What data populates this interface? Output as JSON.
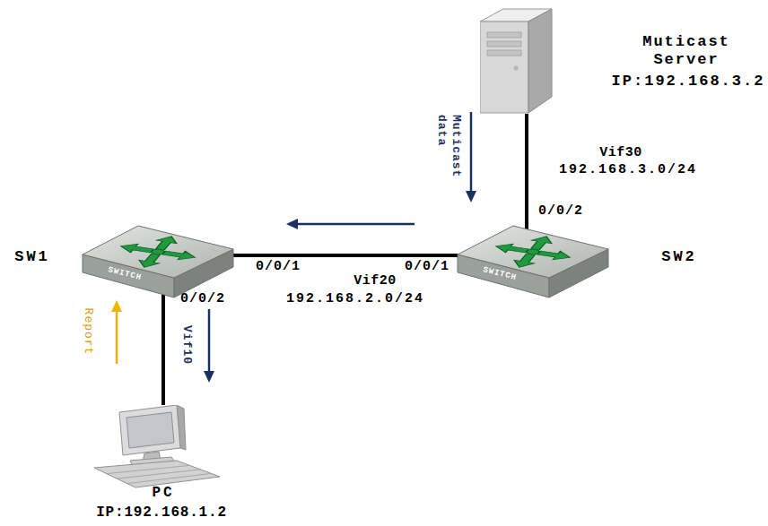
{
  "diagram": {
    "nodes": [
      {
        "text": [
          "Muticast Server",
          "IP:192.168.3.2"
        ]
      },
      {
        "text": [
          "SW1"
        ]
      },
      {
        "text": [
          "SW2"
        ]
      },
      {
        "text": [
          "PC",
          "IP:192.168.1.2"
        ]
      }
    ],
    "edges": [
      {
        "from": 0,
        "to": 2,
        "arrow": "none"
      },
      {
        "from": 1,
        "to": 2,
        "arrow": "none"
      },
      {
        "from": 1,
        "to": 3,
        "arrow": "none"
      }
    ],
    "labels": [
      "SWITCH",
      "SWITCH",
      "0/0/1",
      "0/0/1",
      "Vif20",
      "192.168.2.0/24",
      "0/0/2",
      "0/0/2",
      "Vif30",
      "192.168.3.0/24",
      "Vif10",
      "Muticast data",
      "Report"
    ]
  }
}
